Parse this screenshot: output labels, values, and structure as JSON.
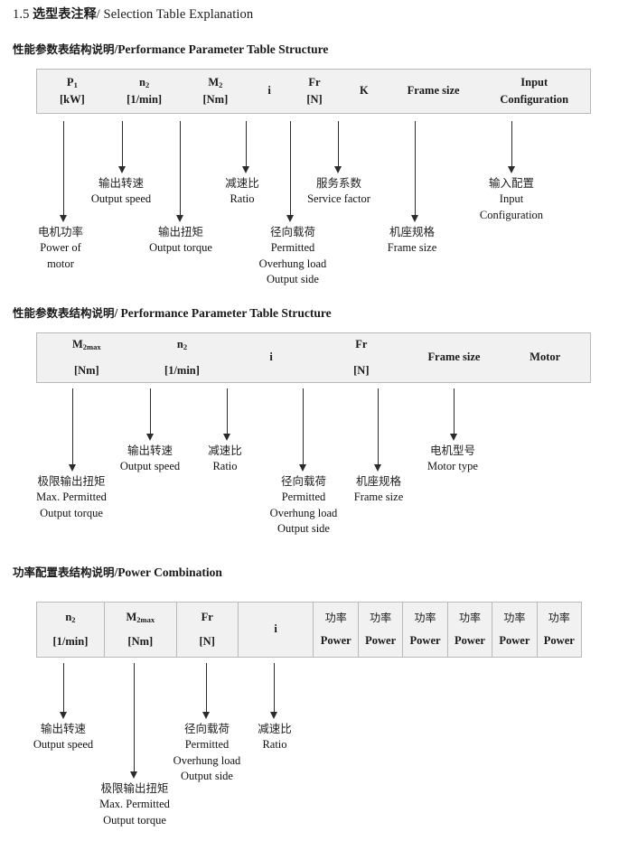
{
  "document": {
    "title": {
      "number": "1.5",
      "cn": "选型表注释",
      "separator": "/",
      "en": "Selection Table Explanation"
    }
  },
  "sections": [
    {
      "heading": {
        "cn": "性能参数表结构说明",
        "separator": "/",
        "en": "Performance Parameter Table Structure"
      },
      "table": {
        "columns": [
          {
            "line1": "P",
            "sub1": "1",
            "line2": "[kW]"
          },
          {
            "line1": "n",
            "sub1": "2",
            "line2": "[1/min]"
          },
          {
            "line1": "M",
            "sub1": "2",
            "line2": "[Nm]"
          },
          {
            "line1": "i",
            "sub1": "",
            "line2": ""
          },
          {
            "line1": "Fr",
            "sub1": "",
            "line2": "[N]"
          },
          {
            "line1": "K",
            "sub1": "",
            "line2": ""
          },
          {
            "line1": "Frame size",
            "sub1": "",
            "line2": ""
          },
          {
            "line1": "Input",
            "sub1": "",
            "line2": "Configuration"
          }
        ]
      },
      "annotations": [
        {
          "cn": "电机功率",
          "en1": "Power of",
          "en2": "motor",
          "en3": ""
        },
        {
          "cn": "输出转速",
          "en1": "Output speed",
          "en2": "",
          "en3": ""
        },
        {
          "cn": "输出扭矩",
          "en1": "Output torque",
          "en2": "",
          "en3": ""
        },
        {
          "cn": "减速比",
          "en1": "Ratio",
          "en2": "",
          "en3": ""
        },
        {
          "cn": "径向载荷",
          "en1": "Permitted",
          "en2": "Overhung load",
          "en3": "Output side"
        },
        {
          "cn": "服务系数",
          "en1": "Service factor",
          "en2": "",
          "en3": ""
        },
        {
          "cn": "机座规格",
          "en1": "Frame size",
          "en2": "",
          "en3": ""
        },
        {
          "cn": "输入配置",
          "en1": "Input",
          "en2": "Configuration",
          "en3": ""
        }
      ]
    },
    {
      "heading": {
        "cn": "性能参数表结构说明",
        "separator": "/",
        "en": "Performance Parameter Table Structure"
      },
      "table": {
        "columns": [
          {
            "line1": "M",
            "sub1": "2max",
            "line2": "[Nm]"
          },
          {
            "line1": "n",
            "sub1": "2",
            "line2": "[1/min]"
          },
          {
            "line1": "i",
            "sub1": "",
            "line2": ""
          },
          {
            "line1": "Fr",
            "sub1": "",
            "line2": "[N]"
          },
          {
            "line1": "Frame size",
            "sub1": "",
            "line2": ""
          },
          {
            "line1": "Motor",
            "sub1": "",
            "line2": ""
          }
        ]
      },
      "annotations": [
        {
          "cn": "极限输出扭矩",
          "en1": "Max. Permitted",
          "en2": "Output  torque",
          "en3": ""
        },
        {
          "cn": "输出转速",
          "en1": "Output speed",
          "en2": "",
          "en3": ""
        },
        {
          "cn": "减速比",
          "en1": "Ratio",
          "en2": "",
          "en3": ""
        },
        {
          "cn": "径向载荷",
          "en1": "Permitted",
          "en2": "Overhung load",
          "en3": "Output side"
        },
        {
          "cn": "机座规格",
          "en1": "Frame size",
          "en2": "",
          "en3": ""
        },
        {
          "cn": "电机型号",
          "en1": "Motor type",
          "en2": "",
          "en3": ""
        }
      ]
    },
    {
      "heading": {
        "cn": "功率配置表结构说明",
        "separator": "/",
        "en": "Power Combination"
      },
      "table": {
        "columns": [
          {
            "line1": "n",
            "sub1": "2",
            "line2": "[1/min]"
          },
          {
            "line1": "M",
            "sub1": "2max",
            "line2": "[Nm]"
          },
          {
            "line1": "Fr",
            "sub1": "",
            "line2": "[N]"
          },
          {
            "line1": "i",
            "sub1": "",
            "line2": ""
          },
          {
            "line1": "功率",
            "sub1": "",
            "line2": "Power"
          },
          {
            "line1": "功率",
            "sub1": "",
            "line2": "Power"
          },
          {
            "line1": "功率",
            "sub1": "",
            "line2": "Power"
          },
          {
            "line1": "功率",
            "sub1": "",
            "line2": "Power"
          },
          {
            "line1": "功率",
            "sub1": "",
            "line2": "Power"
          },
          {
            "line1": "功率",
            "sub1": "",
            "line2": "Power"
          }
        ]
      },
      "annotations": [
        {
          "cn": "输出转速",
          "en1": "Output speed",
          "en2": "",
          "en3": ""
        },
        {
          "cn": "极限输出扭矩",
          "en1": "Max. Permitted",
          "en2": "Output  torque",
          "en3": ""
        },
        {
          "cn": "径向载荷",
          "en1": "Permitted",
          "en2": "Overhung load",
          "en3": "Output side"
        },
        {
          "cn": "减速比",
          "en1": "Ratio",
          "en2": "",
          "en3": ""
        }
      ]
    }
  ],
  "colors": {
    "table_fill": "#f1f1f1",
    "table_border": "#b9b9b9",
    "arrow": "#2b2b2b",
    "text": "#1a1a1a"
  }
}
